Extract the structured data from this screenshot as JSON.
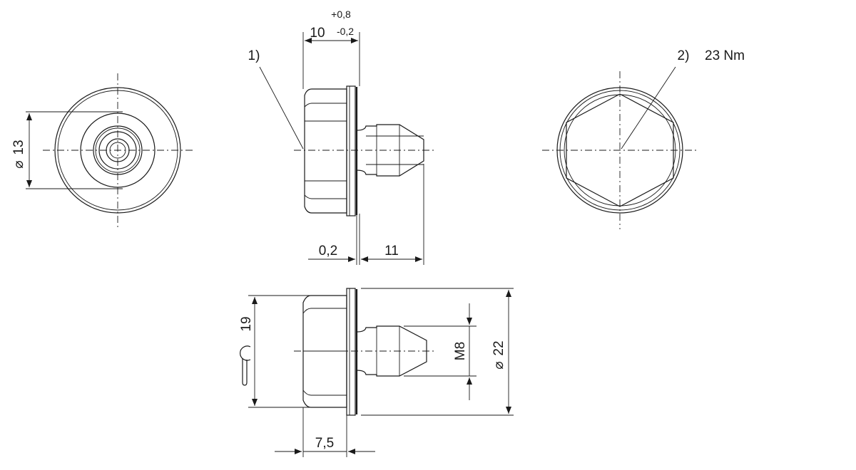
{
  "drawing": {
    "callouts": {
      "one": "1)",
      "two": "2)",
      "torque": "23 Nm"
    },
    "dimensions": {
      "length_nominal": "10",
      "tol_upper": "+0,8",
      "tol_lower": "-0,2",
      "gap": "0,2",
      "tip_length": "11",
      "flange_dia_symbol": "⌀",
      "flange_dia": "13",
      "hex_size": "19",
      "thread": "M8",
      "body_dia_symbol": "⌀",
      "body_dia": "22",
      "hex_height": "7,5"
    },
    "icons": [
      "wrench-icon"
    ]
  }
}
